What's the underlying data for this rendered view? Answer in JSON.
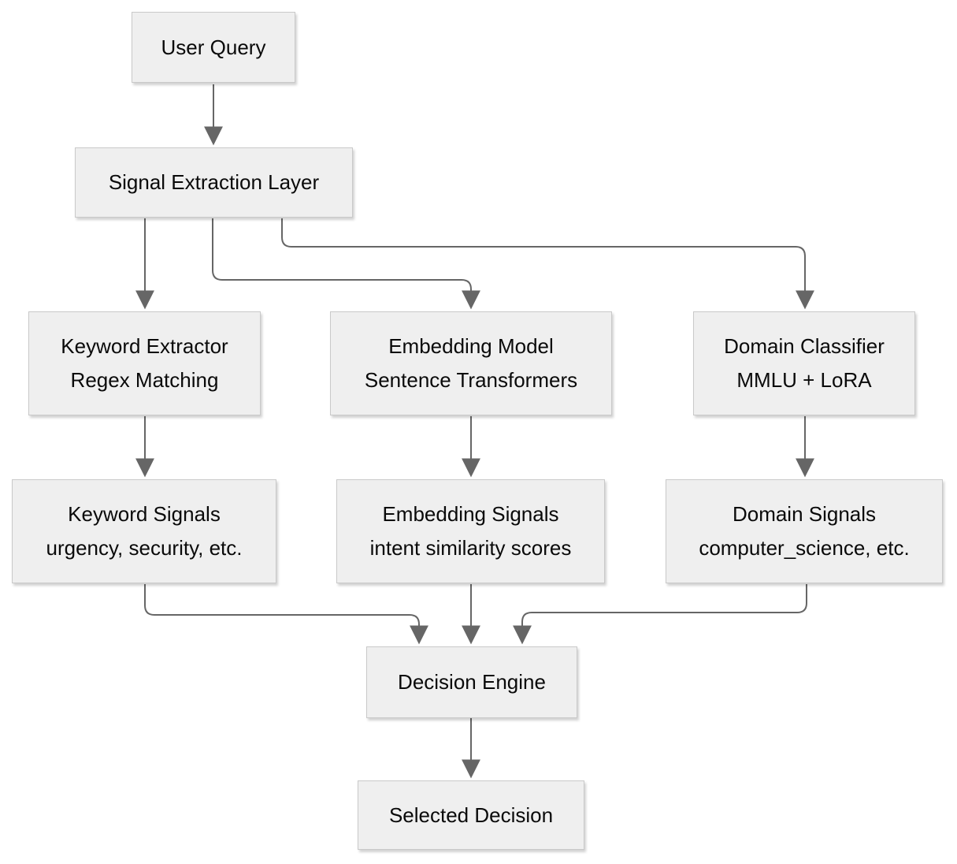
{
  "diagram": {
    "type": "flowchart",
    "nodes": {
      "user_query": {
        "label": "User Query"
      },
      "signal_extraction": {
        "label": "Signal Extraction Layer"
      },
      "keyword_extractor": {
        "label": "Keyword Extractor",
        "sublabel": "Regex Matching"
      },
      "embedding_model": {
        "label": "Embedding Model",
        "sublabel": "Sentence Transformers"
      },
      "domain_classifier": {
        "label": "Domain Classifier",
        "sublabel": "MMLU + LoRA"
      },
      "keyword_signals": {
        "label": "Keyword Signals",
        "sublabel": "urgency, security, etc."
      },
      "embedding_signals": {
        "label": "Embedding Signals",
        "sublabel": "intent similarity scores"
      },
      "domain_signals": {
        "label": "Domain Signals",
        "sublabel": "computer_science, etc."
      },
      "decision_engine": {
        "label": "Decision Engine"
      },
      "selected_decision": {
        "label": "Selected Decision"
      }
    },
    "edges": [
      {
        "from": "user_query",
        "to": "signal_extraction"
      },
      {
        "from": "signal_extraction",
        "to": "keyword_extractor"
      },
      {
        "from": "signal_extraction",
        "to": "embedding_model"
      },
      {
        "from": "signal_extraction",
        "to": "domain_classifier"
      },
      {
        "from": "keyword_extractor",
        "to": "keyword_signals"
      },
      {
        "from": "embedding_model",
        "to": "embedding_signals"
      },
      {
        "from": "domain_classifier",
        "to": "domain_signals"
      },
      {
        "from": "keyword_signals",
        "to": "decision_engine"
      },
      {
        "from": "embedding_signals",
        "to": "decision_engine"
      },
      {
        "from": "domain_signals",
        "to": "decision_engine"
      },
      {
        "from": "decision_engine",
        "to": "selected_decision"
      }
    ]
  },
  "colors": {
    "node_fill": "#efefef",
    "node_border": "#c9c9c9",
    "arrow_color": "#666666",
    "text_color": "#0a0a0a",
    "bg_color": "#ffffff"
  }
}
